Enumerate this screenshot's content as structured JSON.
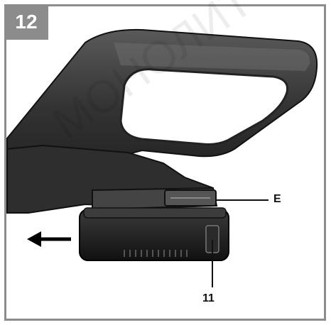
{
  "figure": {
    "step_number": "12",
    "callouts": {
      "battery_release": "E",
      "battery_pack": "11"
    },
    "watermark_text": "МОНОЛИТ-ПРО",
    "colors": {
      "frame": "#8c8c8c",
      "badge_text": "#ffffff",
      "tool_body": "#2c2c2c",
      "battery": "#1a1a1a"
    },
    "icons": {
      "direction_arrow": "arrow-left-icon"
    }
  }
}
